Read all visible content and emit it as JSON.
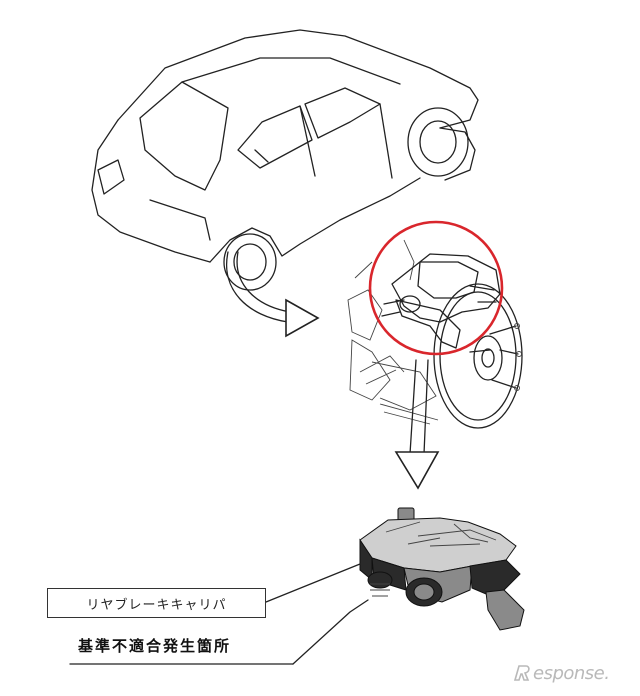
{
  "labels": {
    "part_name": "リヤブレーキキャリパ",
    "defect_location": "基準不適合発生箇所"
  },
  "watermark": {
    "text": "esponse."
  },
  "highlight_color": "#d9262c",
  "icons": [
    "car-outline-icon",
    "down-arrow-icon",
    "curved-arrow-icon",
    "caliper-icon",
    "brake-disc-icon"
  ]
}
